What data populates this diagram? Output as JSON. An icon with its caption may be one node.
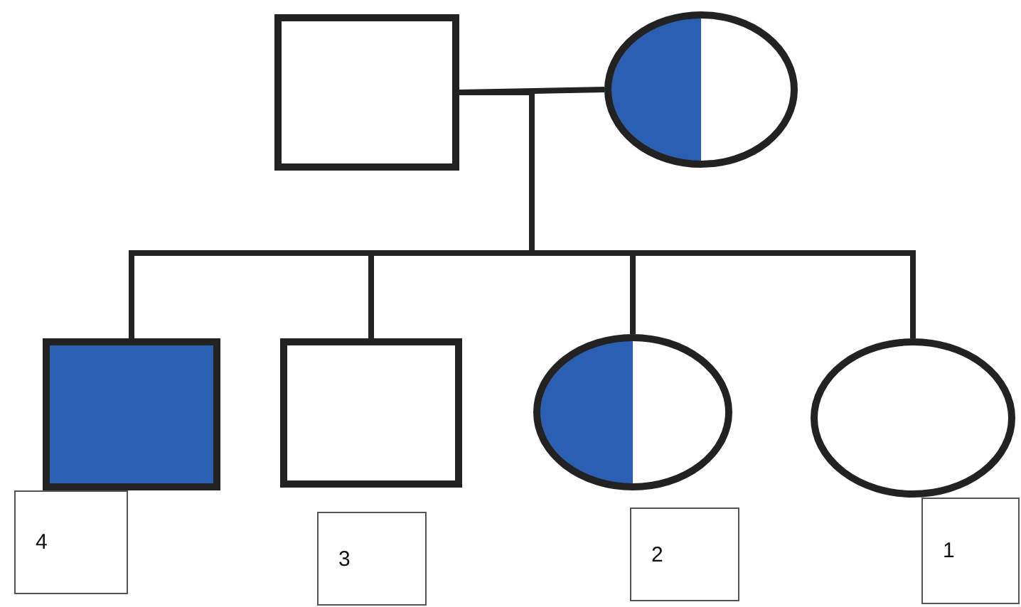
{
  "diagram": {
    "nodes": [
      {
        "text": [],
        "shape": "box"
      },
      {
        "text": [],
        "shape": "circle"
      },
      {
        "text": [],
        "shape": "box"
      },
      {
        "text": [],
        "shape": "box"
      },
      {
        "text": [],
        "shape": "circle"
      },
      {
        "text": [],
        "shape": "circle"
      },
      {
        "text": [
          "4"
        ]
      },
      {
        "text": [
          "3"
        ]
      },
      {
        "text": [
          "2"
        ]
      },
      {
        "text": [
          "1"
        ]
      }
    ],
    "edges": [
      {
        "from": 0,
        "to": 1,
        "arrow": "none"
      },
      {
        "from": 0,
        "to": 2,
        "arrow": "none"
      },
      {
        "from": 0,
        "to": 3,
        "arrow": "none"
      },
      {
        "from": 0,
        "to": 4,
        "arrow": "none"
      },
      {
        "from": 0,
        "to": 5,
        "arrow": "none"
      }
    ]
  }
}
